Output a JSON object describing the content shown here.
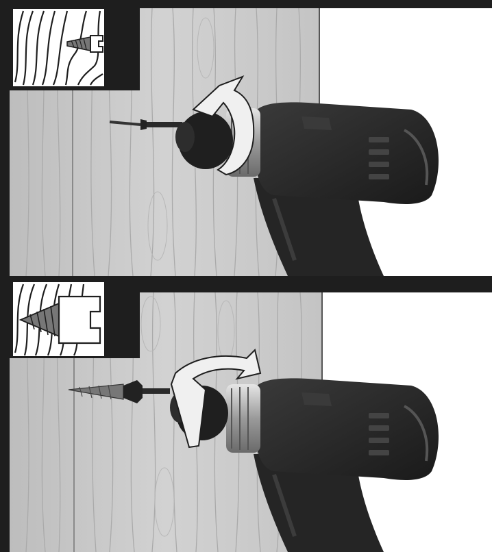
{
  "colors": {
    "frame": "#1e1e1e",
    "wood": "#c9c9c9",
    "wood_grain": "#a9a9a9",
    "drill_body": "#2a2a2a",
    "drill_chuck": "#b8b8b8",
    "arrow_fill": "#eeeeee",
    "background": "#ffffff"
  },
  "panels": [
    {
      "id": "top",
      "step": "drive-screw",
      "rotation_direction": "clockwise",
      "inset": "screw-partially-driven-icon"
    },
    {
      "id": "bottom",
      "step": "remove-screw",
      "rotation_direction": "counterclockwise",
      "inset": "screw-fully-driven-icon"
    }
  ]
}
